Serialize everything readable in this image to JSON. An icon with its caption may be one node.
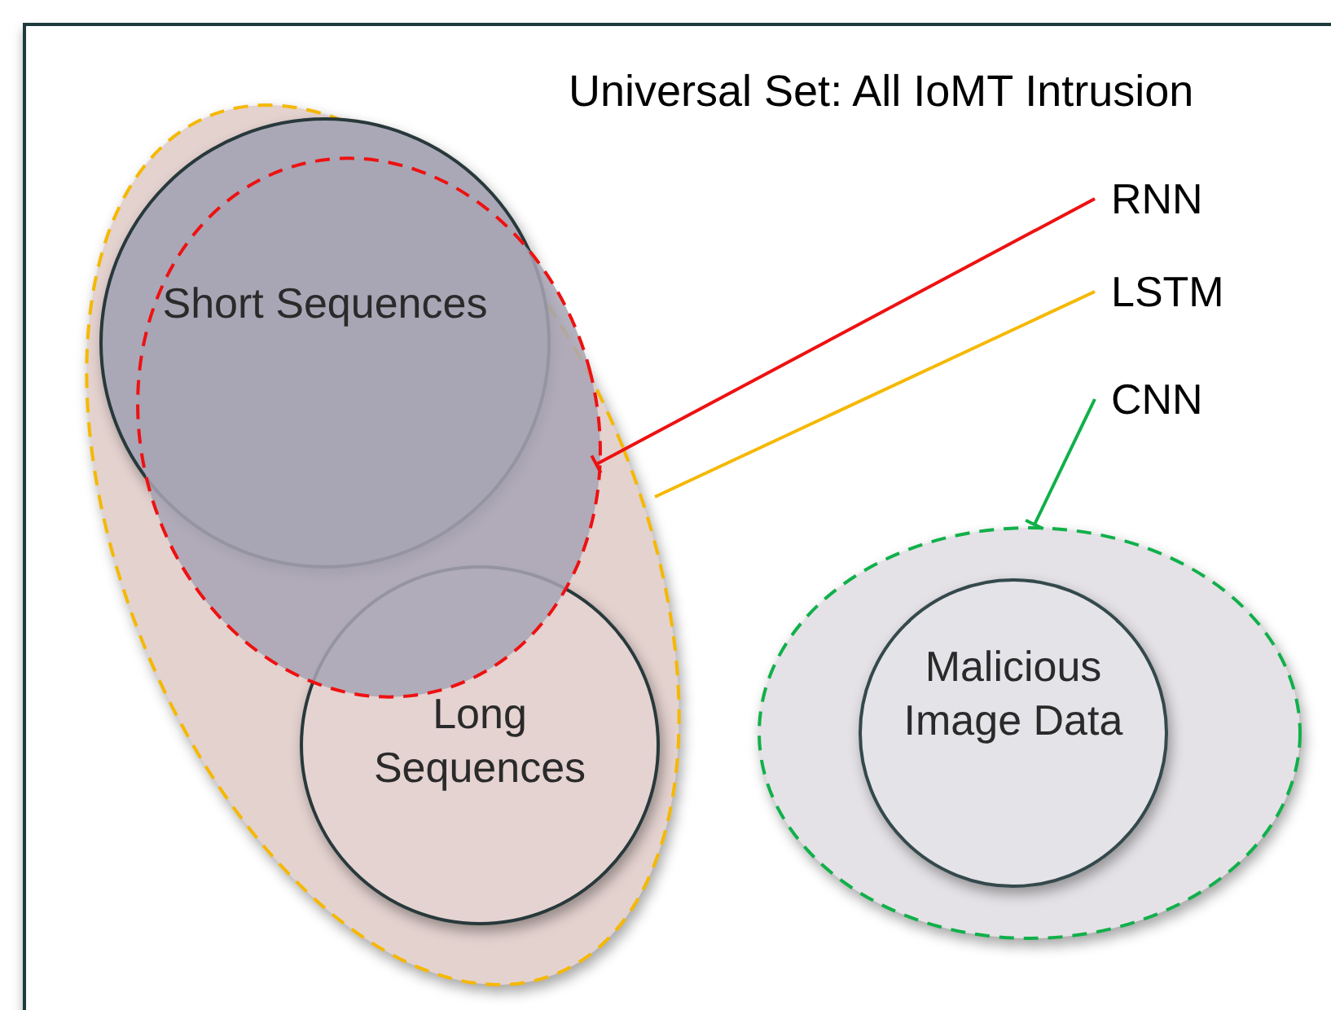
{
  "diagram": {
    "nodes": [
      {
        "text": [
          "Universal Set: All IoMT Intrusion"
        ]
      },
      {
        "text": [],
        "shape": "ellipse",
        "in": 0
      },
      {
        "text": [],
        "shape": "ellipse",
        "in": 1
      },
      {
        "text": [
          "Short Sequences"
        ],
        "in": 1
      },
      {
        "text": [
          "Long Sequences"
        ],
        "in": 1
      },
      {
        "text": [],
        "shape": "ellipse",
        "in": 0
      },
      {
        "text": [
          "Malicious Image Data"
        ],
        "in": 5
      },
      {
        "text": [
          "RNN"
        ],
        "in": 0
      },
      {
        "text": [
          "LSTM"
        ],
        "in": 0
      },
      {
        "text": [
          "CNN"
        ],
        "in": 0
      }
    ],
    "edges": [
      {
        "from": 7,
        "to": 2,
        "arrow": "other",
        "color": "#ee1111"
      },
      {
        "from": 8,
        "to": 1,
        "arrow": "none",
        "color": "#f5b800"
      },
      {
        "from": 9,
        "to": 5,
        "arrow": "other",
        "color": "#10b04a"
      }
    ]
  }
}
